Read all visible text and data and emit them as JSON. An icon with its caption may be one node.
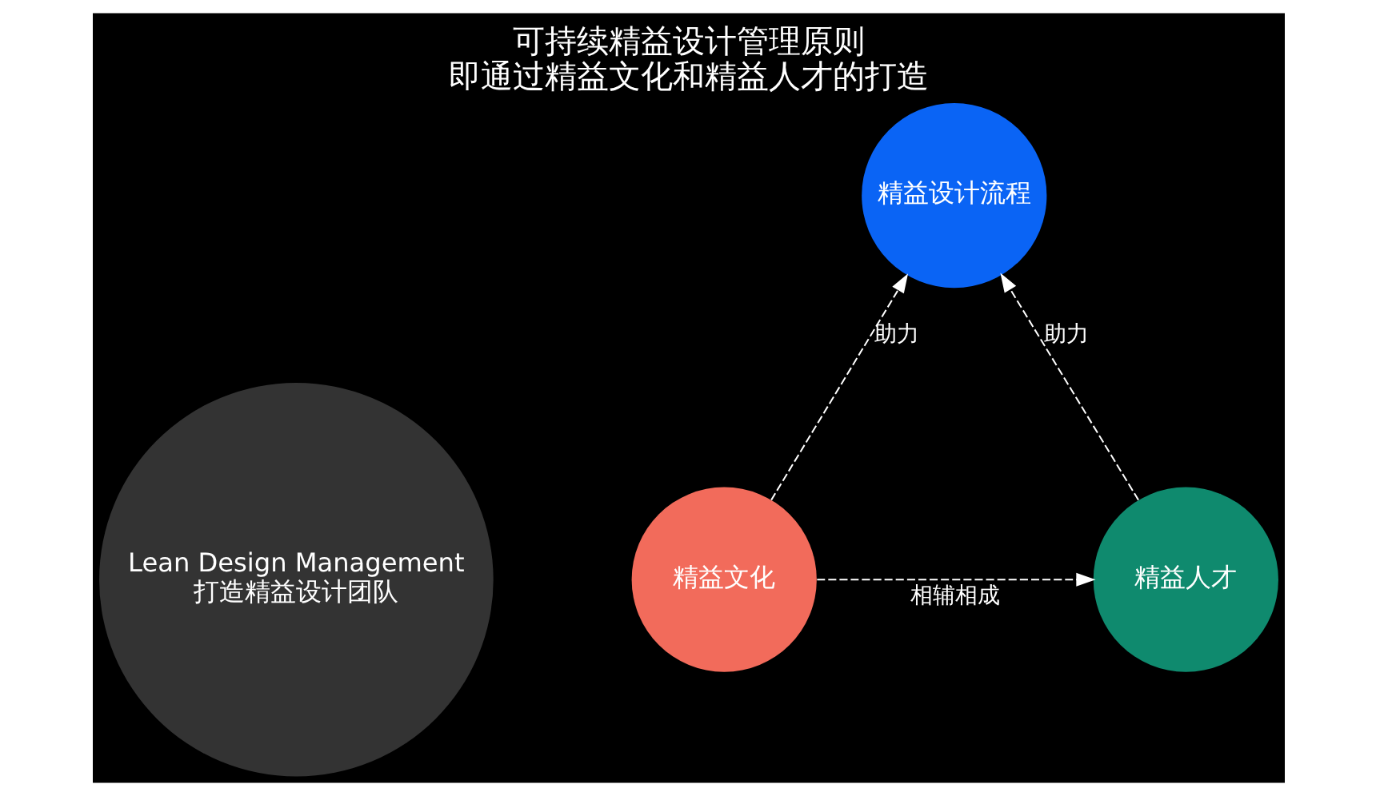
{
  "diagram": {
    "title": "可持续精益设计管理原则",
    "nodes": [
      {
        "text": [
          "Lean Design Management",
          "打造精益设计团队"
        ]
      },
      {
        "text": [
          "精益设计流程"
        ]
      },
      {
        "text": [
          "精益文化"
        ]
      },
      {
        "text": [
          "精益人才"
        ]
      }
    ],
    "edges": [
      {
        "from": 2,
        "to": 1,
        "arrow": "to",
        "label": "助力",
        "style": "dashed"
      },
      {
        "from": 3,
        "to": 1,
        "arrow": "to",
        "label": "助力",
        "style": "dashed"
      },
      {
        "from": 2,
        "to": 3,
        "arrow": "to",
        "label": "相辅相成",
        "style": "dashed"
      }
    ],
    "caption": "即通过精益文化和精益人才的打造"
  }
}
